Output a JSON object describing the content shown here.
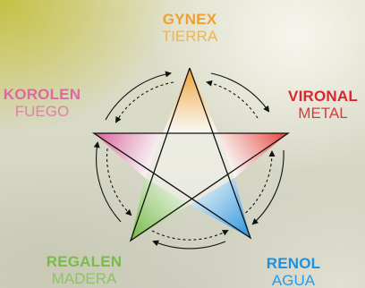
{
  "nodes": [
    {
      "id": "top",
      "name": "GYNEX",
      "element": "TIERRA",
      "color": "#f0a030",
      "element_color": "#f3b24a"
    },
    {
      "id": "right",
      "name": "VIRONAL",
      "element": "METAL",
      "color": "#d8262e",
      "element_color": "#e0383a"
    },
    {
      "id": "bottom-right",
      "name": "RENOL",
      "element": "AGUA",
      "color": "#1e90e0",
      "element_color": "#2a9ae8"
    },
    {
      "id": "bottom-left",
      "name": "REGALEN",
      "element": "MADERA",
      "color": "#78bc4a",
      "element_color": "#8cc466"
    },
    {
      "id": "left",
      "name": "KOROLEN",
      "element": "FUEGO",
      "color": "#dc6aa0",
      "element_color": "#e27eaa"
    }
  ]
}
